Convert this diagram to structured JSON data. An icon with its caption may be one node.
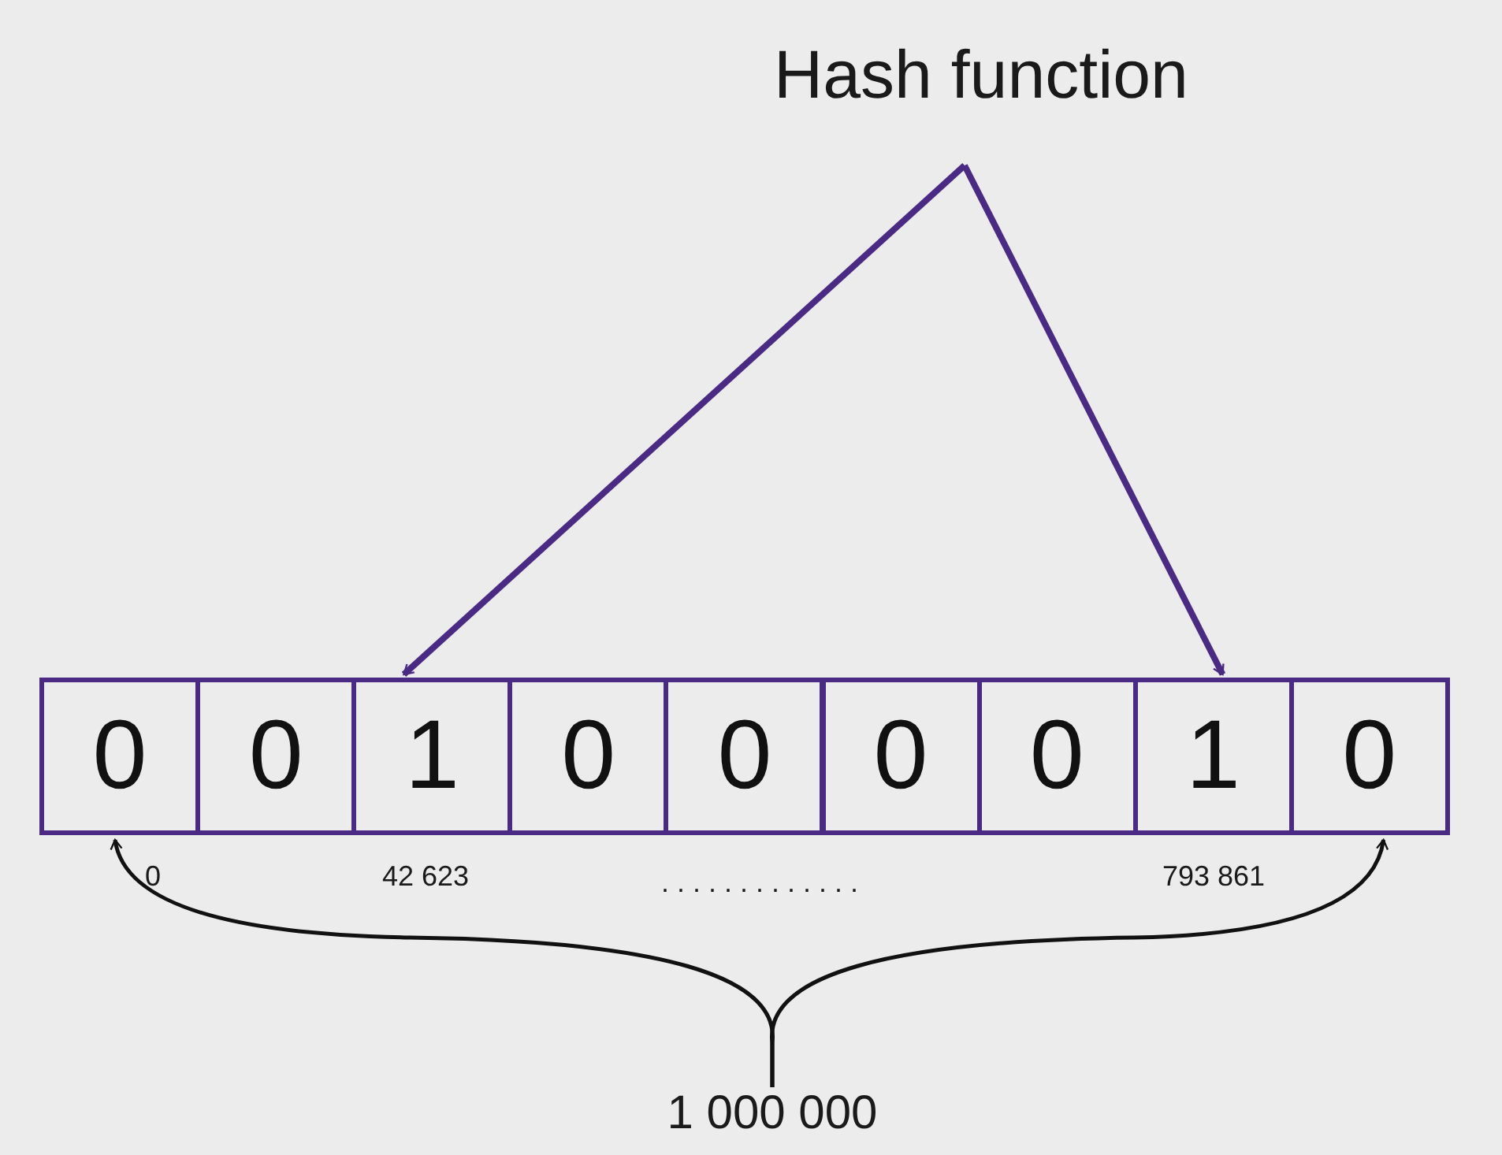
{
  "diagram": {
    "nodes": [
      {
        "text": [
          "Hash function"
        ]
      },
      {
        "text": [
          "0"
        ]
      },
      {
        "text": [
          "0"
        ]
      },
      {
        "text": [
          "1"
        ]
      },
      {
        "text": [
          "0"
        ]
      },
      {
        "text": [
          "0"
        ]
      },
      {
        "text": [
          "0"
        ]
      },
      {
        "text": [
          "0"
        ]
      },
      {
        "text": [
          "1"
        ]
      },
      {
        "text": [
          "0"
        ]
      },
      {
        "text": [
          "1 000 000"
        ]
      }
    ],
    "edges": [
      {
        "from": 0,
        "to": 3,
        "arrow": "to"
      },
      {
        "from": 0,
        "to": 8,
        "arrow": "to"
      },
      {
        "from": 10,
        "to": 1,
        "arrow": "to",
        "color": "#111111"
      },
      {
        "from": 10,
        "to": 9,
        "arrow": "to",
        "color": "#111111"
      }
    ],
    "labels": [
      "0",
      "42 623",
      ". . . . . . . . . . . . .",
      "793 861"
    ]
  }
}
